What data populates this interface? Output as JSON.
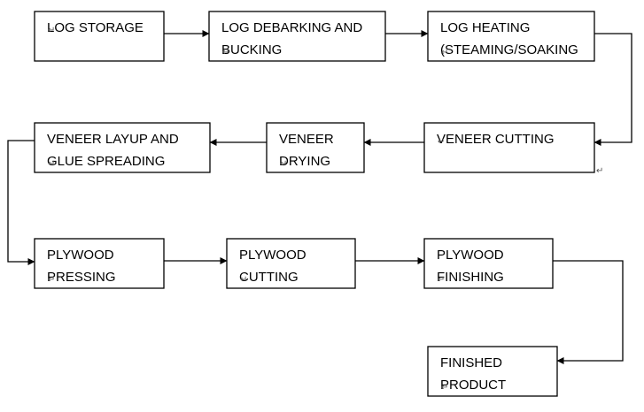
{
  "diagram": {
    "nodes": [
      {
        "id": "log-storage",
        "lines": [
          "LOG STORAGE"
        ]
      },
      {
        "id": "log-debarking",
        "lines": [
          "LOG DEBARKING AND",
          "BUCKING"
        ]
      },
      {
        "id": "log-heating",
        "lines": [
          "LOG HEATING",
          "(STEAMING/SOAKING"
        ]
      },
      {
        "id": "veneer-cutting",
        "lines": [
          "VENEER CUTTING"
        ]
      },
      {
        "id": "veneer-drying",
        "lines": [
          "VENEER",
          "DRYING"
        ]
      },
      {
        "id": "veneer-layup",
        "lines": [
          "VENEER LAYUP AND",
          "GLUE SPREADING"
        ]
      },
      {
        "id": "plywood-pressing",
        "lines": [
          "PLYWOOD",
          "PRESSING"
        ]
      },
      {
        "id": "plywood-cutting",
        "lines": [
          "PLYWOOD",
          "CUTTING"
        ]
      },
      {
        "id": "plywood-finishing",
        "lines": [
          "PLYWOOD",
          "FINISHING"
        ]
      },
      {
        "id": "finished-product",
        "lines": [
          "FINISHED",
          "PRODUCT"
        ]
      }
    ],
    "edges": [
      {
        "from": "log-storage",
        "to": "log-debarking"
      },
      {
        "from": "log-debarking",
        "to": "log-heating"
      },
      {
        "from": "log-heating",
        "to": "veneer-cutting"
      },
      {
        "from": "veneer-cutting",
        "to": "veneer-drying"
      },
      {
        "from": "veneer-drying",
        "to": "veneer-layup"
      },
      {
        "from": "veneer-layup",
        "to": "plywood-pressing"
      },
      {
        "from": "plywood-pressing",
        "to": "plywood-cutting"
      },
      {
        "from": "plywood-cutting",
        "to": "plywood-finishing"
      },
      {
        "from": "plywood-finishing",
        "to": "finished-product"
      }
    ],
    "colors": {
      "stroke": "#000000",
      "fill": "#ffffff",
      "mark": "#555555"
    }
  }
}
